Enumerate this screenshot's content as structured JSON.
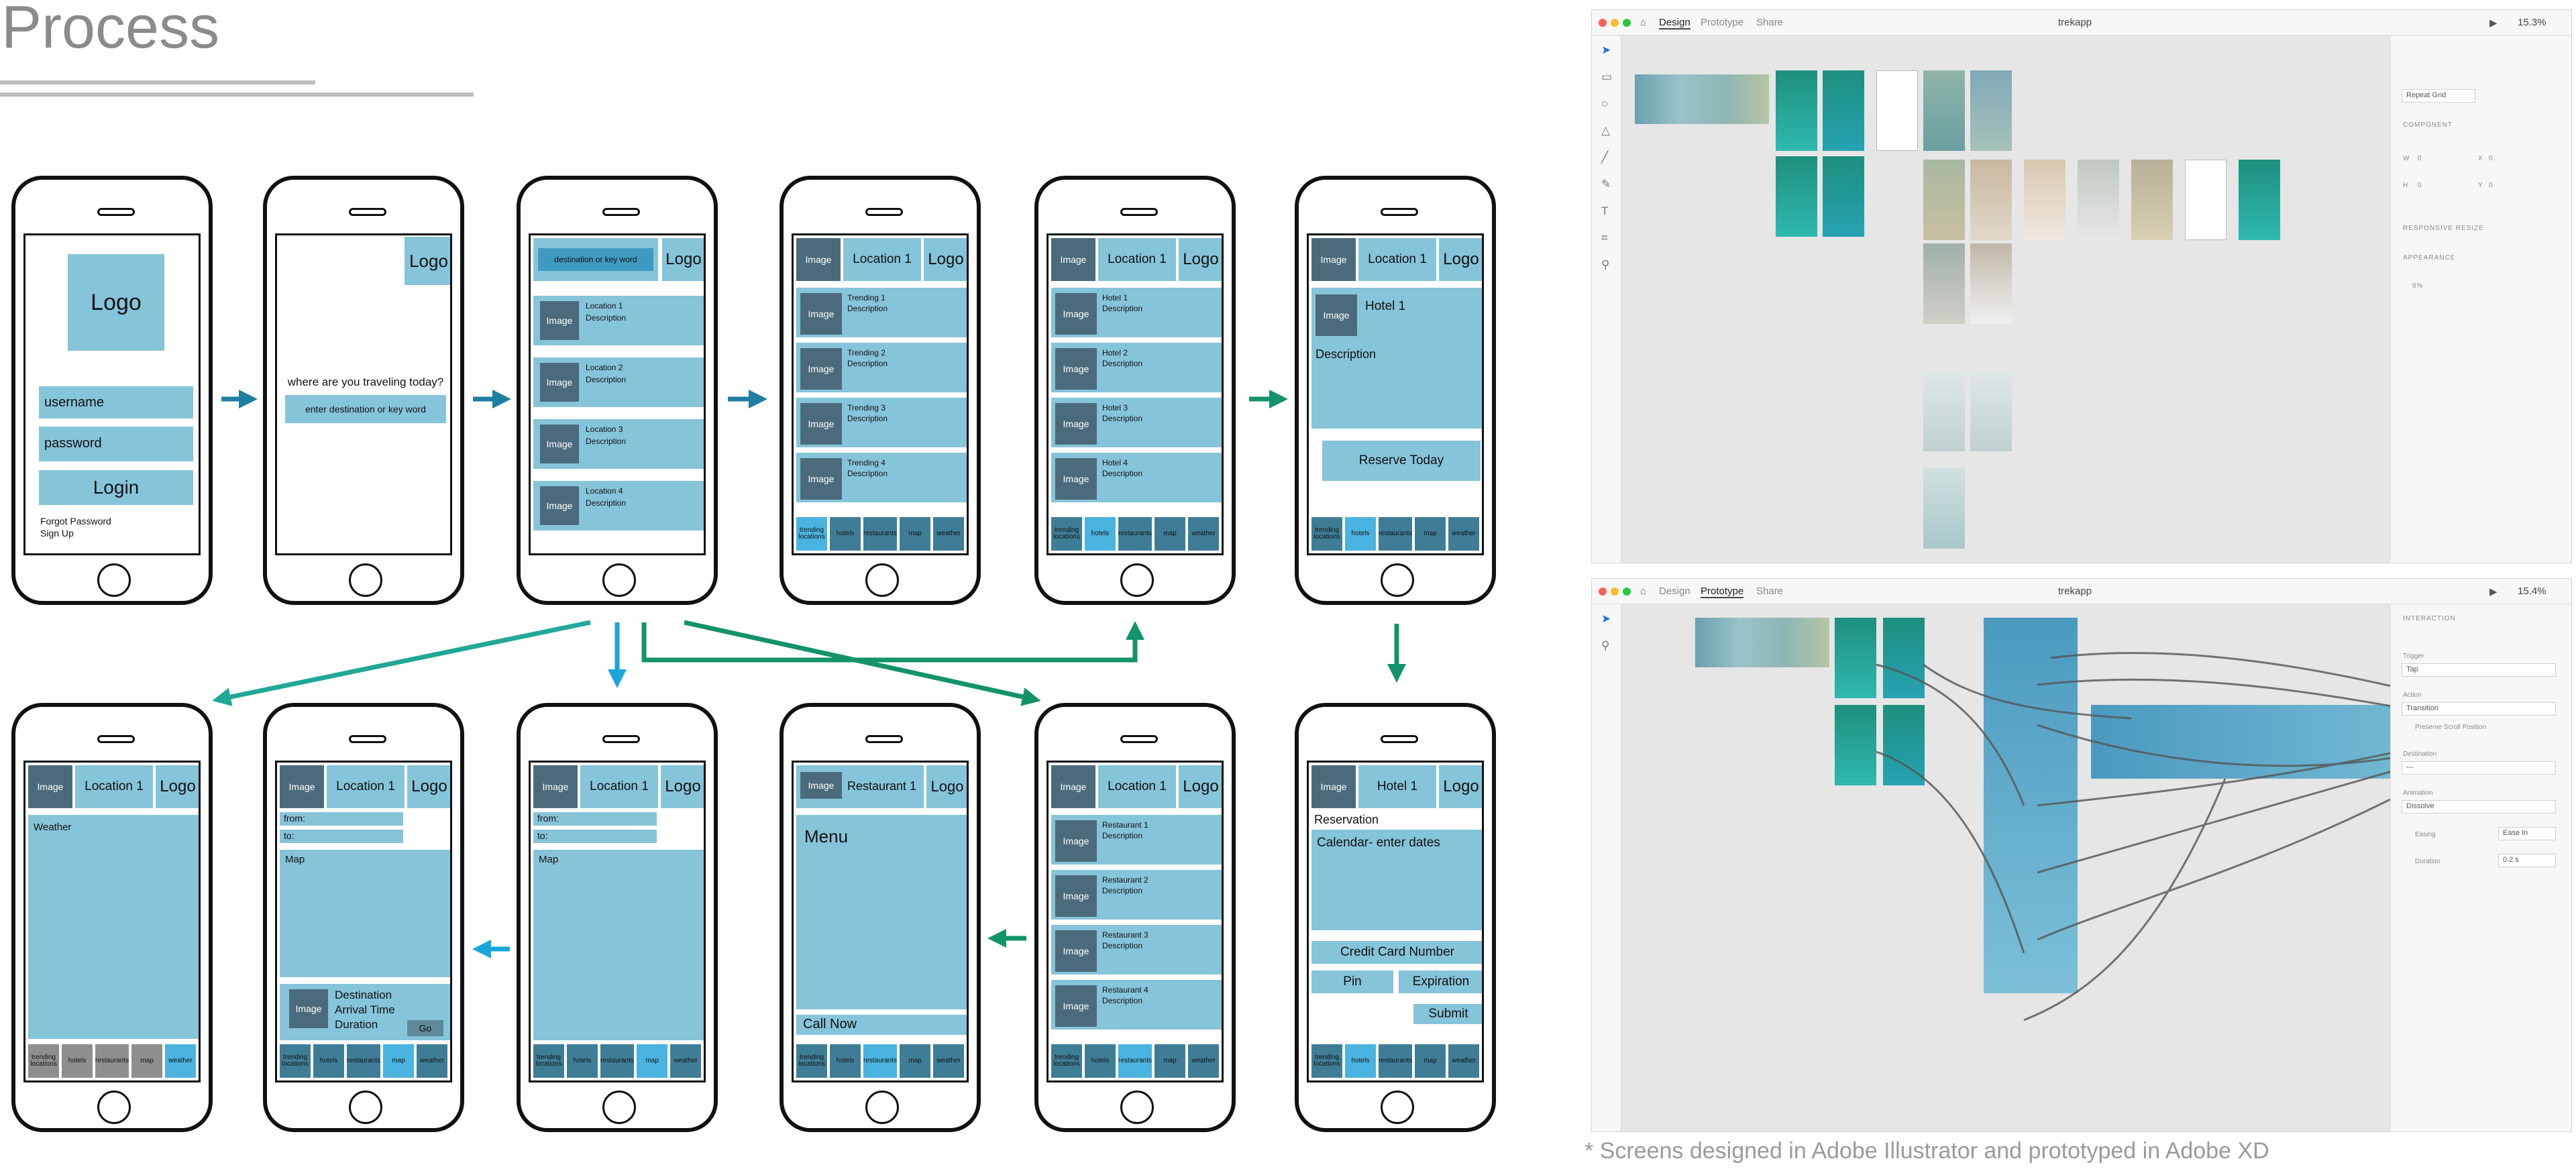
{
  "page": {
    "title": "Process",
    "caption": "* Screens designed in Adobe Illustrator and prototyped in Adobe XD"
  },
  "colors": {
    "box": "#86c4da",
    "image": "#4b6b7c",
    "nav": "#3f7d97",
    "nav_active": "#4ab3df",
    "arrow_blue": "#1f7fa0",
    "arrow_green": "#13936a",
    "arrow_teal": "#21a896",
    "arrow_cyan": "#1aa6db"
  },
  "nav_labels": [
    "trending locations",
    "hotels",
    "restaurants",
    "map",
    "weather"
  ],
  "phone_login": {
    "logo": "Logo",
    "username": "username",
    "password": "password",
    "login": "Login",
    "forgot": "Forgot Password",
    "signup": "Sign Up"
  },
  "phone_search": {
    "logo": "Logo",
    "question": "where are you traveling today?",
    "input": "enter destination or key word"
  },
  "phone_results": {
    "search": "destination or key word",
    "logo": "Logo",
    "items": [
      {
        "img": "Image",
        "title": "Location 1",
        "desc": "Description"
      },
      {
        "img": "Image",
        "title": "Location 2",
        "desc": "Description"
      },
      {
        "img": "Image",
        "title": "Location 3",
        "desc": "Description"
      },
      {
        "img": "Image",
        "title": "Location 4",
        "desc": "Description"
      }
    ]
  },
  "phone_trending": {
    "img": "Image",
    "location": "Location 1",
    "logo": "Logo",
    "items": [
      {
        "img": "Image",
        "title": "Trending 1",
        "desc": "Description"
      },
      {
        "img": "Image",
        "title": "Trending 2",
        "desc": "Description"
      },
      {
        "img": "Image",
        "title": "Trending 3",
        "desc": "Description"
      },
      {
        "img": "Image",
        "title": "Trending 4",
        "desc": "Description"
      }
    ]
  },
  "phone_hotels": {
    "img": "Image",
    "location": "Location 1",
    "logo": "Logo",
    "items": [
      {
        "img": "Image",
        "title": "Hotel 1",
        "desc": "Description"
      },
      {
        "img": "Image",
        "title": "Hotel 2",
        "desc": "Description"
      },
      {
        "img": "Image",
        "title": "Hotel 3",
        "desc": "Description"
      },
      {
        "img": "Image",
        "title": "Hotel 4",
        "desc": "Description"
      }
    ]
  },
  "phone_hotel_detail": {
    "img": "Image",
    "location": "Location 1",
    "logo": "Logo",
    "img2": "Image",
    "hotel": "Hotel 1",
    "desc": "Description",
    "reserve": "Reserve Today"
  },
  "phone_weather": {
    "img": "Image",
    "location": "Location 1",
    "logo": "Logo",
    "body": "Weather"
  },
  "phone_directions": {
    "img": "Image",
    "location": "Location 1",
    "logo": "Logo",
    "from": "from:",
    "to": "to:",
    "map": "Map",
    "img2": "Image",
    "dest": "Destination",
    "arrival": "Arrival Time",
    "duration": "Duration",
    "go": "Go"
  },
  "phone_map": {
    "img": "Image",
    "location": "Location 1",
    "logo": "Logo",
    "from": "from:",
    "to": "to:",
    "map": "Map"
  },
  "phone_restaurant": {
    "img": "Image",
    "title": "Restaurant 1",
    "logo": "Logo",
    "menu": "Menu",
    "call": "Call Now"
  },
  "phone_restaurants": {
    "img": "Image",
    "location": "Location 1",
    "logo": "Logo",
    "items": [
      {
        "img": "Image",
        "title": "Restaurant 1",
        "desc": "Description"
      },
      {
        "img": "Image",
        "title": "Restaurant 2",
        "desc": "Description"
      },
      {
        "img": "Image",
        "title": "Restaurant 3",
        "desc": "Description"
      },
      {
        "img": "Image",
        "title": "Restaurant 4",
        "desc": "Description"
      }
    ]
  },
  "phone_reservation": {
    "img": "Image",
    "hotel": "Hotel 1",
    "logo": "Logo",
    "heading": "Reservation",
    "calendar": "Calendar- enter dates",
    "card": "Credit Card Number",
    "pin": "Pin",
    "exp": "Expiration",
    "submit": "Submit"
  },
  "xd_design": {
    "tabs": [
      "Design",
      "Prototype",
      "Share"
    ],
    "doc": "trekapp",
    "zoom": "15.3%",
    "repeat_grid": "Repeat Grid",
    "sections": [
      "COMPONENT",
      "RESPONSIVE RESIZE",
      "APPEARANCE"
    ],
    "w": "W",
    "h": "H",
    "x": "X",
    "y": "Y",
    "zero": "0",
    "opacity": "0%"
  },
  "xd_proto": {
    "tabs": [
      "Design",
      "Prototype",
      "Share"
    ],
    "doc": "trekapp",
    "zoom": "15.4%",
    "section": "INTERACTION",
    "fields": [
      {
        "label": "Trigger",
        "value": "Tap"
      },
      {
        "label": "Action",
        "value": "Transition"
      },
      {
        "label": "Destination",
        "value": "---"
      },
      {
        "label": "Animation",
        "value": "Dissolve"
      }
    ],
    "preserve": "Preserve Scroll Position",
    "easing_label": "Easing",
    "easing": "Ease In",
    "duration_label": "Duration",
    "duration": "0.2 s"
  }
}
